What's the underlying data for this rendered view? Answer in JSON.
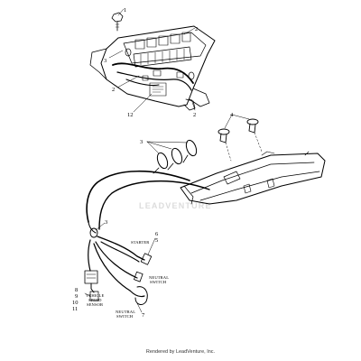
{
  "callouts": {
    "c1": "1",
    "c2a": "2",
    "c2b": "2",
    "c2c": "2",
    "c3a": "3",
    "c3b": "3",
    "c3c": "3",
    "c4": "4",
    "c12": "12",
    "c6": "6",
    "c5": "5",
    "c7": "7",
    "c8": "8",
    "c9": "9",
    "c10": "10",
    "c11": "11"
  },
  "labels": {
    "starter": "STARTER",
    "neutral_switch_1a": "NEUTRAL",
    "neutral_switch_1b": "SWITCH",
    "neutral_switch_2a": "NEUTRAL",
    "neutral_switch_2b": "SWITCH",
    "vehicle_a": "VEHICLE",
    "vehicle_b": "SPEED",
    "vehicle_c": "SENSOR"
  },
  "watermark": "LEADVENTURE",
  "footer": "Rendered by LeadVenture, Inc."
}
